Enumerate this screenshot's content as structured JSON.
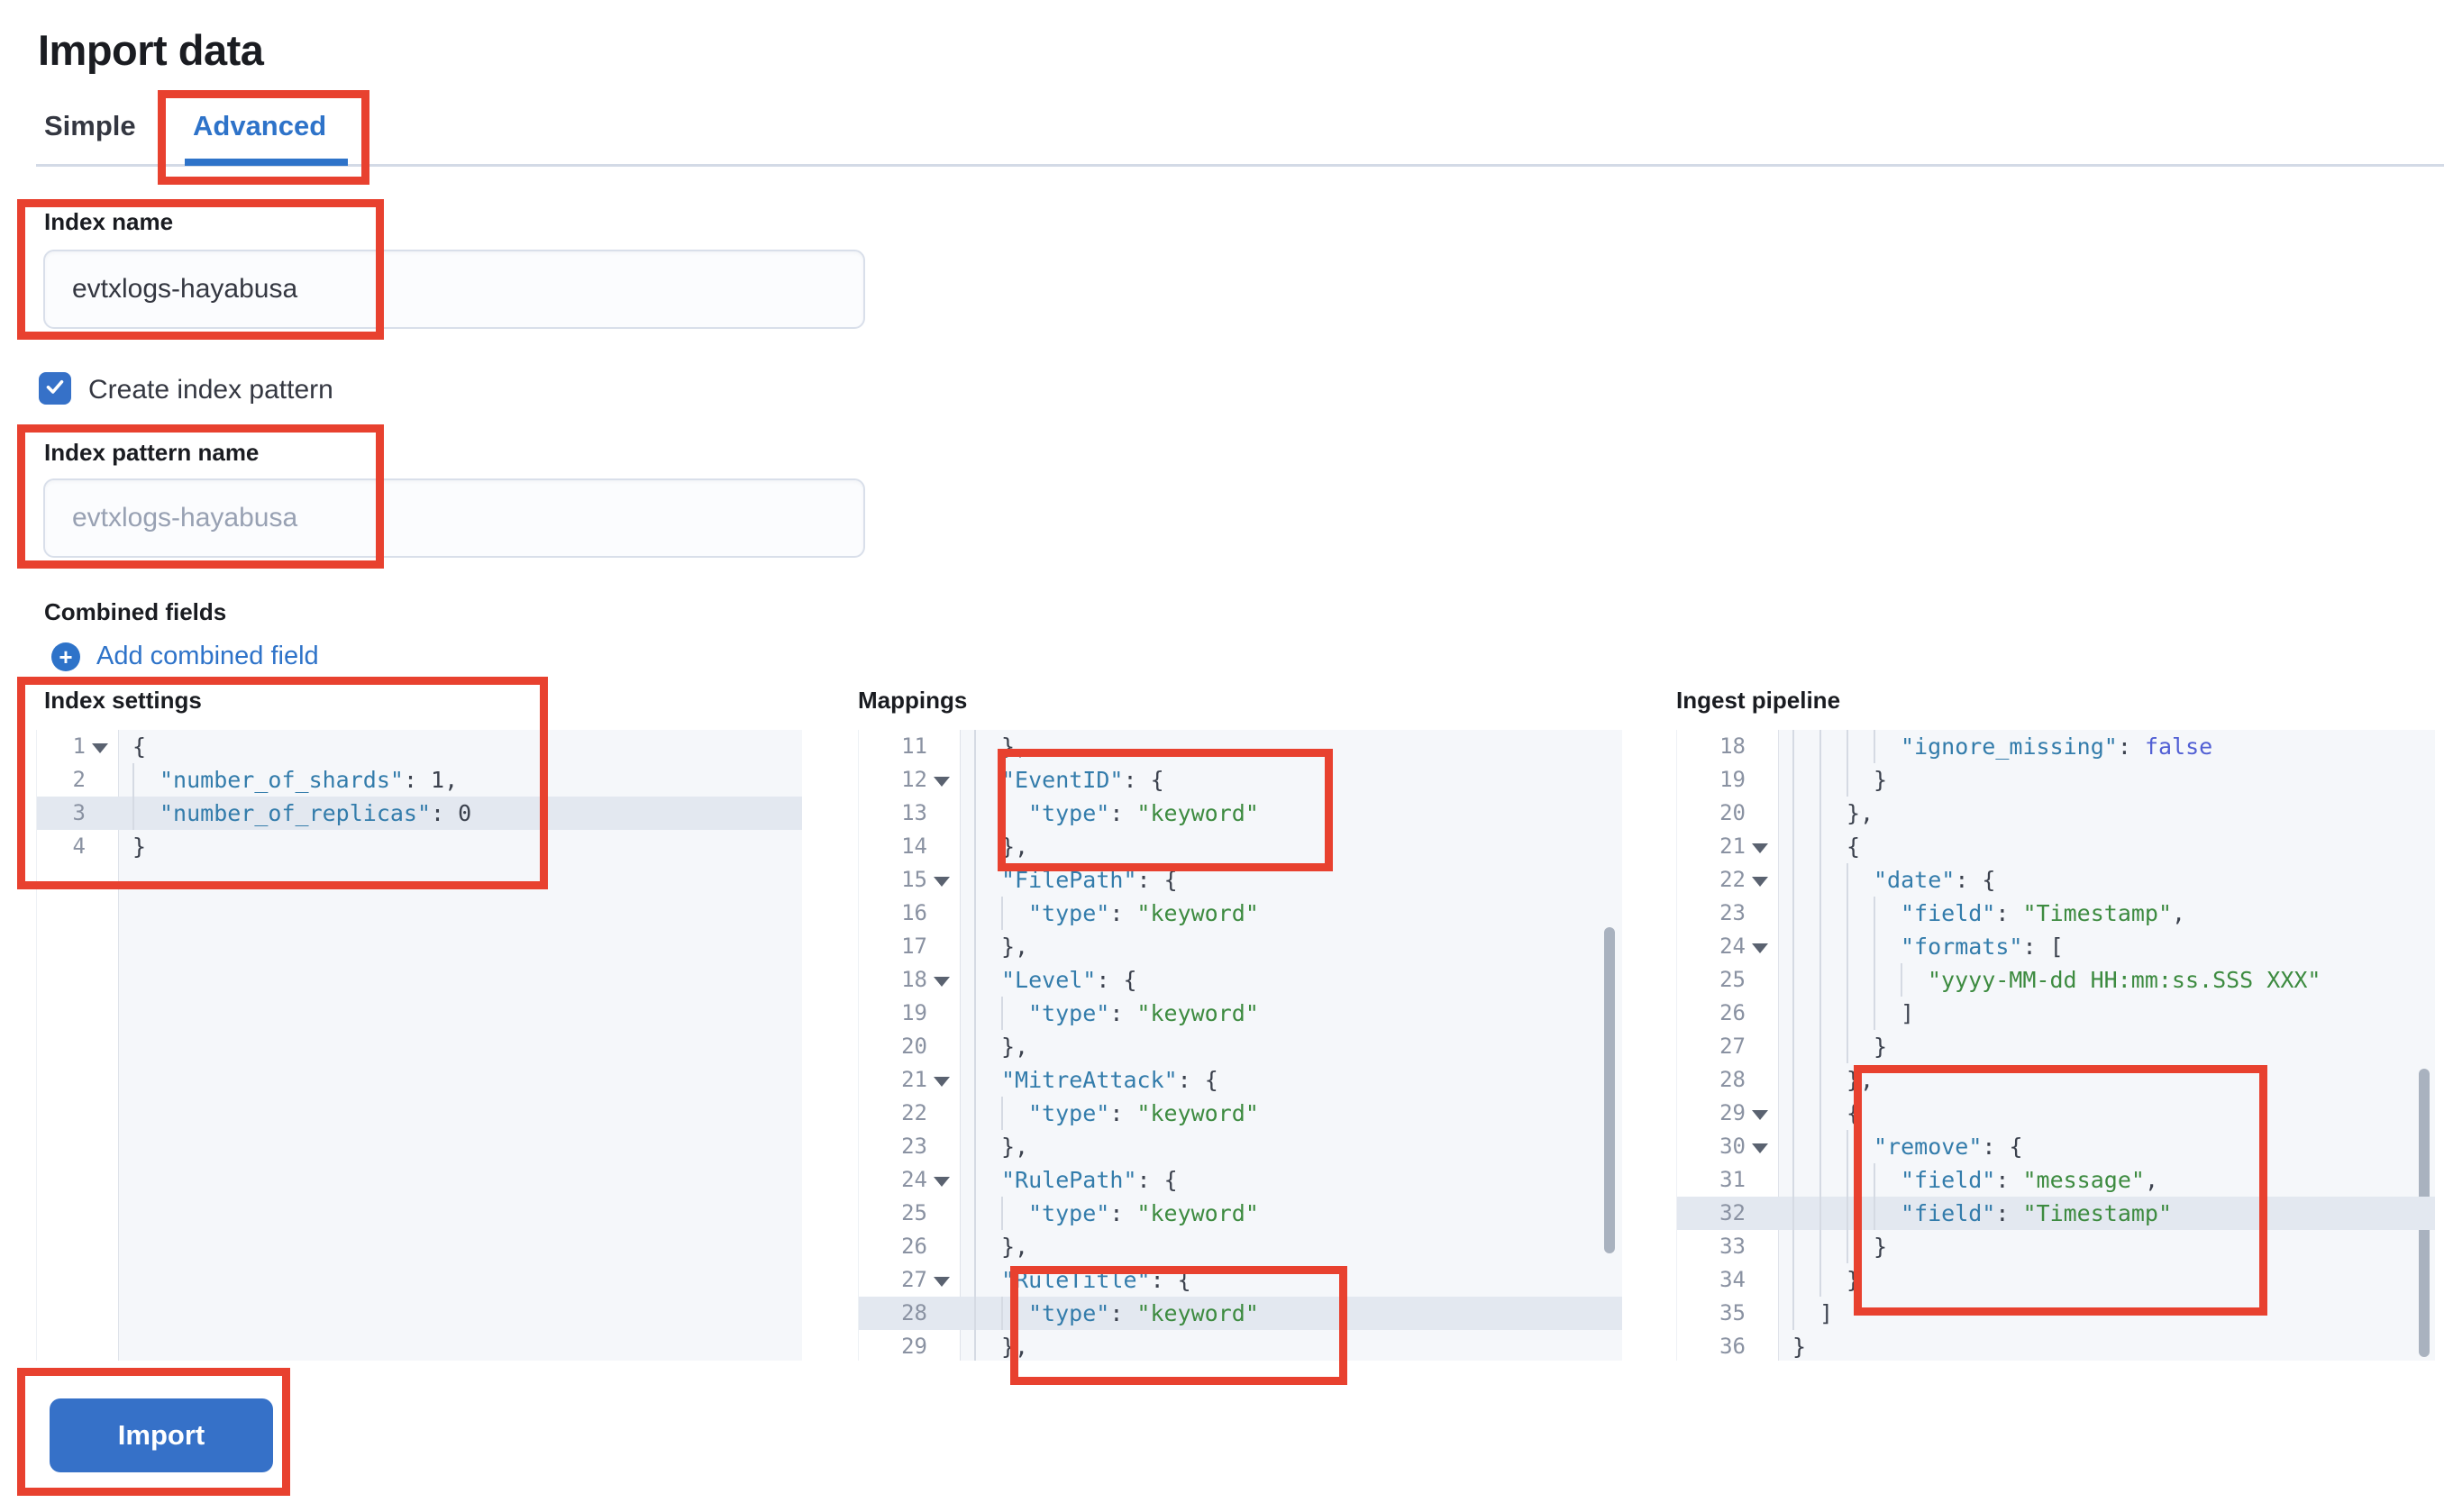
{
  "page_title": "Import data",
  "tabs": {
    "simple": "Simple",
    "advanced": "Advanced"
  },
  "index_name": {
    "label": "Index name",
    "value": "evtxlogs-hayabusa"
  },
  "create_index_pattern": {
    "label": "Create index pattern",
    "checked": true
  },
  "index_pattern_name": {
    "label": "Index pattern name",
    "placeholder": "evtxlogs-hayabusa"
  },
  "combined_fields": {
    "label": "Combined fields",
    "add_link": "Add combined field"
  },
  "import_button": "Import",
  "colors": {
    "accent_blue": "#2e73c9",
    "button_blue": "#3671c8",
    "annotation_red": "#e8412f",
    "code_key": "#337cab",
    "code_string": "#3d8b40",
    "code_constant": "#515fd4",
    "editor_bg": "#f5f7fa",
    "active_line": "#e3e8f0"
  },
  "editors": [
    {
      "id": "settings",
      "label": "Index settings",
      "lines": [
        {
          "n": "1",
          "fold": true,
          "ind": 0,
          "active": false,
          "t": [
            [
              "p",
              "{"
            ]
          ]
        },
        {
          "n": "2",
          "fold": false,
          "ind": 1,
          "active": false,
          "t": [
            [
              "k",
              "\"number_of_shards\""
            ],
            [
              "p",
              ": 1,"
            ]
          ]
        },
        {
          "n": "3",
          "fold": false,
          "ind": 1,
          "active": true,
          "t": [
            [
              "k",
              "\"number_of_replicas\""
            ],
            [
              "p",
              ": 0"
            ]
          ]
        },
        {
          "n": "4",
          "fold": false,
          "ind": 0,
          "active": false,
          "t": [
            [
              "p",
              "}"
            ]
          ]
        }
      ]
    },
    {
      "id": "mappings",
      "label": "Mappings",
      "lines": [
        {
          "n": "11",
          "fold": false,
          "ind": 1,
          "active": false,
          "t": [
            [
              "p",
              "},"
            ]
          ]
        },
        {
          "n": "12",
          "fold": true,
          "ind": 1,
          "active": false,
          "t": [
            [
              "k",
              "\"EventID\""
            ],
            [
              "p",
              ": {"
            ]
          ]
        },
        {
          "n": "13",
          "fold": false,
          "ind": 2,
          "active": false,
          "t": [
            [
              "k",
              "\"type\""
            ],
            [
              "p",
              ": "
            ],
            [
              "s",
              "\"keyword\""
            ]
          ]
        },
        {
          "n": "14",
          "fold": false,
          "ind": 1,
          "active": false,
          "t": [
            [
              "p",
              "},"
            ]
          ]
        },
        {
          "n": "15",
          "fold": true,
          "ind": 1,
          "active": false,
          "t": [
            [
              "k",
              "\"FilePath\""
            ],
            [
              "p",
              ": {"
            ]
          ]
        },
        {
          "n": "16",
          "fold": false,
          "ind": 2,
          "active": false,
          "t": [
            [
              "k",
              "\"type\""
            ],
            [
              "p",
              ": "
            ],
            [
              "s",
              "\"keyword\""
            ]
          ]
        },
        {
          "n": "17",
          "fold": false,
          "ind": 1,
          "active": false,
          "t": [
            [
              "p",
              "},"
            ]
          ]
        },
        {
          "n": "18",
          "fold": true,
          "ind": 1,
          "active": false,
          "t": [
            [
              "k",
              "\"Level\""
            ],
            [
              "p",
              ": {"
            ]
          ]
        },
        {
          "n": "19",
          "fold": false,
          "ind": 2,
          "active": false,
          "t": [
            [
              "k",
              "\"type\""
            ],
            [
              "p",
              ": "
            ],
            [
              "s",
              "\"keyword\""
            ]
          ]
        },
        {
          "n": "20",
          "fold": false,
          "ind": 1,
          "active": false,
          "t": [
            [
              "p",
              "},"
            ]
          ]
        },
        {
          "n": "21",
          "fold": true,
          "ind": 1,
          "active": false,
          "t": [
            [
              "k",
              "\"MitreAttack\""
            ],
            [
              "p",
              ": {"
            ]
          ]
        },
        {
          "n": "22",
          "fold": false,
          "ind": 2,
          "active": false,
          "t": [
            [
              "k",
              "\"type\""
            ],
            [
              "p",
              ": "
            ],
            [
              "s",
              "\"keyword\""
            ]
          ]
        },
        {
          "n": "23",
          "fold": false,
          "ind": 1,
          "active": false,
          "t": [
            [
              "p",
              "},"
            ]
          ]
        },
        {
          "n": "24",
          "fold": true,
          "ind": 1,
          "active": false,
          "t": [
            [
              "k",
              "\"RulePath\""
            ],
            [
              "p",
              ": {"
            ]
          ]
        },
        {
          "n": "25",
          "fold": false,
          "ind": 2,
          "active": false,
          "t": [
            [
              "k",
              "\"type\""
            ],
            [
              "p",
              ": "
            ],
            [
              "s",
              "\"keyword\""
            ]
          ]
        },
        {
          "n": "26",
          "fold": false,
          "ind": 1,
          "active": false,
          "t": [
            [
              "p",
              "},"
            ]
          ]
        },
        {
          "n": "27",
          "fold": true,
          "ind": 1,
          "active": false,
          "t": [
            [
              "k",
              "\"RuleTitle\""
            ],
            [
              "p",
              ": {"
            ]
          ]
        },
        {
          "n": "28",
          "fold": false,
          "ind": 2,
          "active": true,
          "t": [
            [
              "k",
              "\"type\""
            ],
            [
              "p",
              ": "
            ],
            [
              "s",
              "\"keyword\""
            ]
          ]
        },
        {
          "n": "29",
          "fold": false,
          "ind": 1,
          "active": false,
          "t": [
            [
              "p",
              "},"
            ]
          ]
        }
      ]
    },
    {
      "id": "pipeline",
      "label": "Ingest pipeline",
      "lines": [
        {
          "n": "18",
          "fold": false,
          "ind": 4,
          "active": false,
          "t": [
            [
              "k",
              "\"ignore_missing\""
            ],
            [
              "p",
              ": "
            ],
            [
              "c",
              "false"
            ]
          ]
        },
        {
          "n": "19",
          "fold": false,
          "ind": 3,
          "active": false,
          "t": [
            [
              "p",
              "}"
            ]
          ]
        },
        {
          "n": "20",
          "fold": false,
          "ind": 2,
          "active": false,
          "t": [
            [
              "p",
              "},"
            ]
          ]
        },
        {
          "n": "21",
          "fold": true,
          "ind": 2,
          "active": false,
          "t": [
            [
              "p",
              "{"
            ]
          ]
        },
        {
          "n": "22",
          "fold": true,
          "ind": 3,
          "active": false,
          "t": [
            [
              "k",
              "\"date\""
            ],
            [
              "p",
              ": {"
            ]
          ]
        },
        {
          "n": "23",
          "fold": false,
          "ind": 4,
          "active": false,
          "t": [
            [
              "k",
              "\"field\""
            ],
            [
              "p",
              ": "
            ],
            [
              "s",
              "\"Timestamp\""
            ],
            [
              "p",
              ","
            ]
          ]
        },
        {
          "n": "24",
          "fold": true,
          "ind": 4,
          "active": false,
          "t": [
            [
              "k",
              "\"formats\""
            ],
            [
              "p",
              ": ["
            ]
          ]
        },
        {
          "n": "25",
          "fold": false,
          "ind": 5,
          "active": false,
          "t": [
            [
              "s",
              "\"yyyy-MM-dd HH:mm:ss.SSS XXX\""
            ]
          ]
        },
        {
          "n": "26",
          "fold": false,
          "ind": 4,
          "active": false,
          "t": [
            [
              "p",
              "]"
            ]
          ]
        },
        {
          "n": "27",
          "fold": false,
          "ind": 3,
          "active": false,
          "t": [
            [
              "p",
              "}"
            ]
          ]
        },
        {
          "n": "28",
          "fold": false,
          "ind": 2,
          "active": false,
          "t": [
            [
              "p",
              "},"
            ]
          ]
        },
        {
          "n": "29",
          "fold": true,
          "ind": 2,
          "active": false,
          "t": [
            [
              "p",
              "{"
            ]
          ]
        },
        {
          "n": "30",
          "fold": true,
          "ind": 3,
          "active": false,
          "t": [
            [
              "k",
              "\"remove\""
            ],
            [
              "p",
              ": {"
            ]
          ]
        },
        {
          "n": "31",
          "fold": false,
          "ind": 4,
          "active": false,
          "t": [
            [
              "k",
              "\"field\""
            ],
            [
              "p",
              ": "
            ],
            [
              "s",
              "\"message\""
            ],
            [
              "p",
              ","
            ]
          ]
        },
        {
          "n": "32",
          "fold": false,
          "ind": 4,
          "active": true,
          "t": [
            [
              "k",
              "\"field\""
            ],
            [
              "p",
              ": "
            ],
            [
              "s",
              "\"Timestamp\""
            ]
          ]
        },
        {
          "n": "33",
          "fold": false,
          "ind": 3,
          "active": false,
          "t": [
            [
              "p",
              "}"
            ]
          ]
        },
        {
          "n": "34",
          "fold": false,
          "ind": 2,
          "active": false,
          "t": [
            [
              "p",
              "}"
            ]
          ]
        },
        {
          "n": "35",
          "fold": false,
          "ind": 1,
          "active": false,
          "t": [
            [
              "p",
              "]"
            ]
          ]
        },
        {
          "n": "36",
          "fold": false,
          "ind": 0,
          "active": false,
          "t": [
            [
              "p",
              "}"
            ]
          ]
        }
      ]
    }
  ]
}
